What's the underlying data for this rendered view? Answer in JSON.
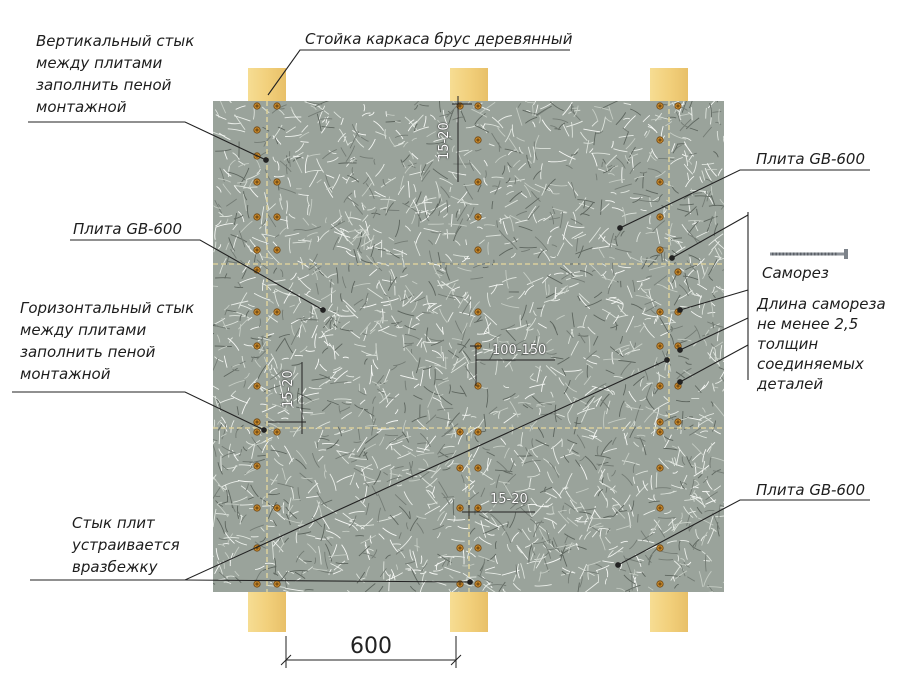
{
  "labels": {
    "vertical_joint": [
      "Вертикальный стык",
      "между плитами",
      "заполнить пеной",
      "монтажной"
    ],
    "frame_post": "Стойка каркаса брус деревянный",
    "plate_right_top": "Плита GB-600",
    "plate_left": "Плита GB-600",
    "screw": "Саморез",
    "screw_length": [
      "Длина самореза",
      "не менее 2,5",
      "толщин",
      "соединяемых",
      "деталей"
    ],
    "horizontal_joint": [
      "Горизонтальный стык",
      "между плитами",
      "заполнить пеной",
      "монтажной"
    ],
    "stagger": [
      "Стык плит",
      "устраивается",
      "вразбежку"
    ],
    "plate_right_bottom": "Плита GB-600"
  },
  "dimensions": {
    "top_edge": "15-20",
    "spacing": "100-150",
    "left_edge": "15-20",
    "center_edge": "15-20",
    "post_spacing": "600"
  },
  "colors": {
    "board": "#9aa39b",
    "wood": "#f2d27e",
    "joint": "#d6cb98",
    "screw": "#c98a2c",
    "leader": "#222222"
  }
}
